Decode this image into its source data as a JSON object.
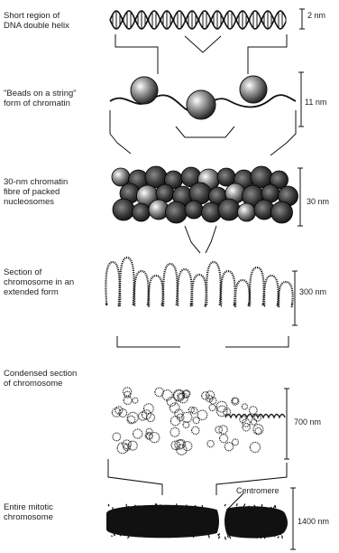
{
  "levels": [
    {
      "label": "Short region of\nDNA double helix",
      "scale": "2 nm"
    },
    {
      "label": "\"Beads on a string\"\nform of chromatin",
      "scale": "11 nm"
    },
    {
      "label": "30-nm chromatin\nfibre of packed\nnucleosomes",
      "scale": "30 nm"
    },
    {
      "label": "Section of\nchromosome in an\nextended form",
      "scale": "300 nm"
    },
    {
      "label": "Condensed section\nof chromosome",
      "scale": "700 nm"
    },
    {
      "label": "Entire mitotic\nchromosome",
      "scale": "1400 nm"
    }
  ],
  "centromere_label": "Centromere"
}
